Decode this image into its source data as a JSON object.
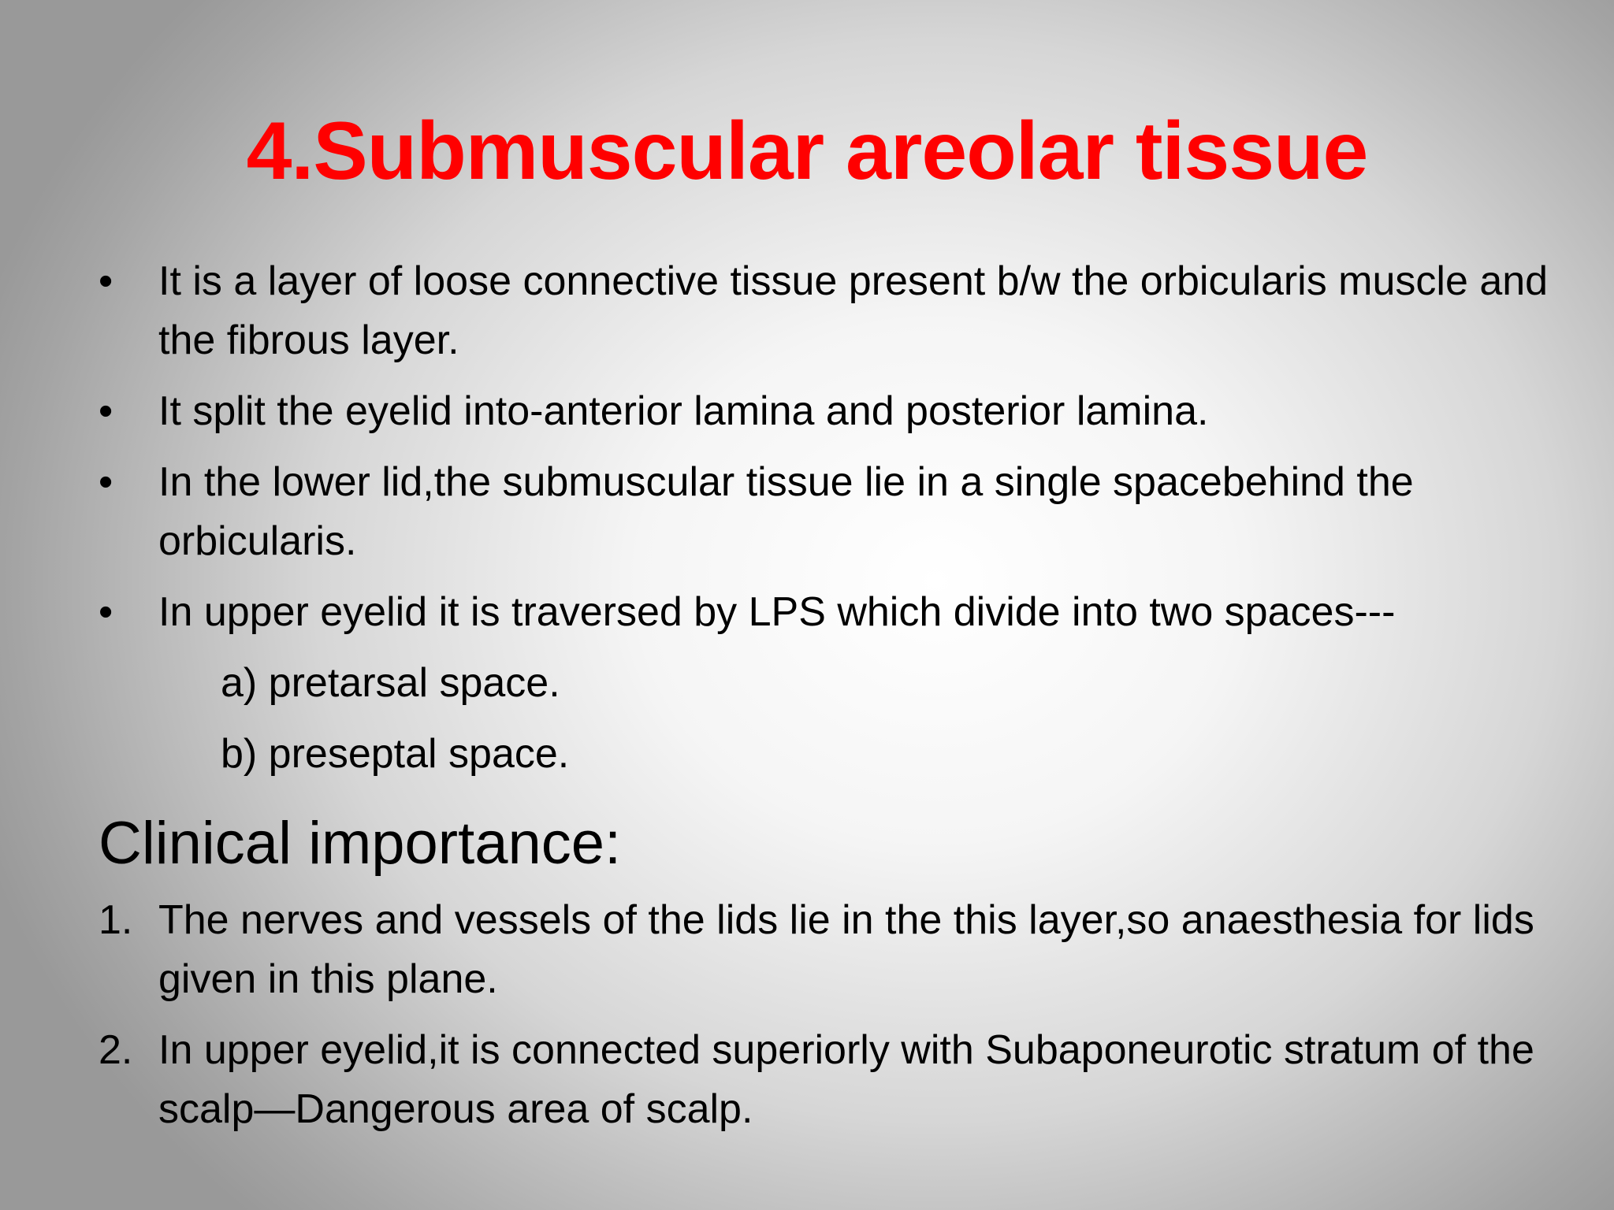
{
  "slide": {
    "title": "4.Submuscular areolar tissue",
    "bullet_marker": "•",
    "bullets": [
      "It is a layer of loose connective tissue present b/w the orbicularis muscle and the fibrous layer.",
      "It split the eyelid into-anterior lamina and posterior lamina.",
      "In the lower lid,the submuscular tissue lie in a single spacebehind the orbicularis.",
      "In upper eyelid it is traversed by LPS which divide into two spaces---"
    ],
    "sub_items": [
      "a) pretarsal space.",
      "b) preseptal space."
    ],
    "clinical_heading": "Clinical importance:",
    "clinical_points": [
      {
        "marker": "1.",
        "text": "The nerves and vessels of the lids lie in the this layer,so anaesthesia for lids given in this plane."
      },
      {
        "marker": "2.",
        "text": "In upper eyelid,it is connected superiorly with Subaponeurotic stratum of the scalp—Dangerous area of scalp."
      }
    ],
    "colors": {
      "title": "#ff0000",
      "text": "#000000",
      "background_center": "#ffffff",
      "background_edge": "#999999"
    }
  }
}
